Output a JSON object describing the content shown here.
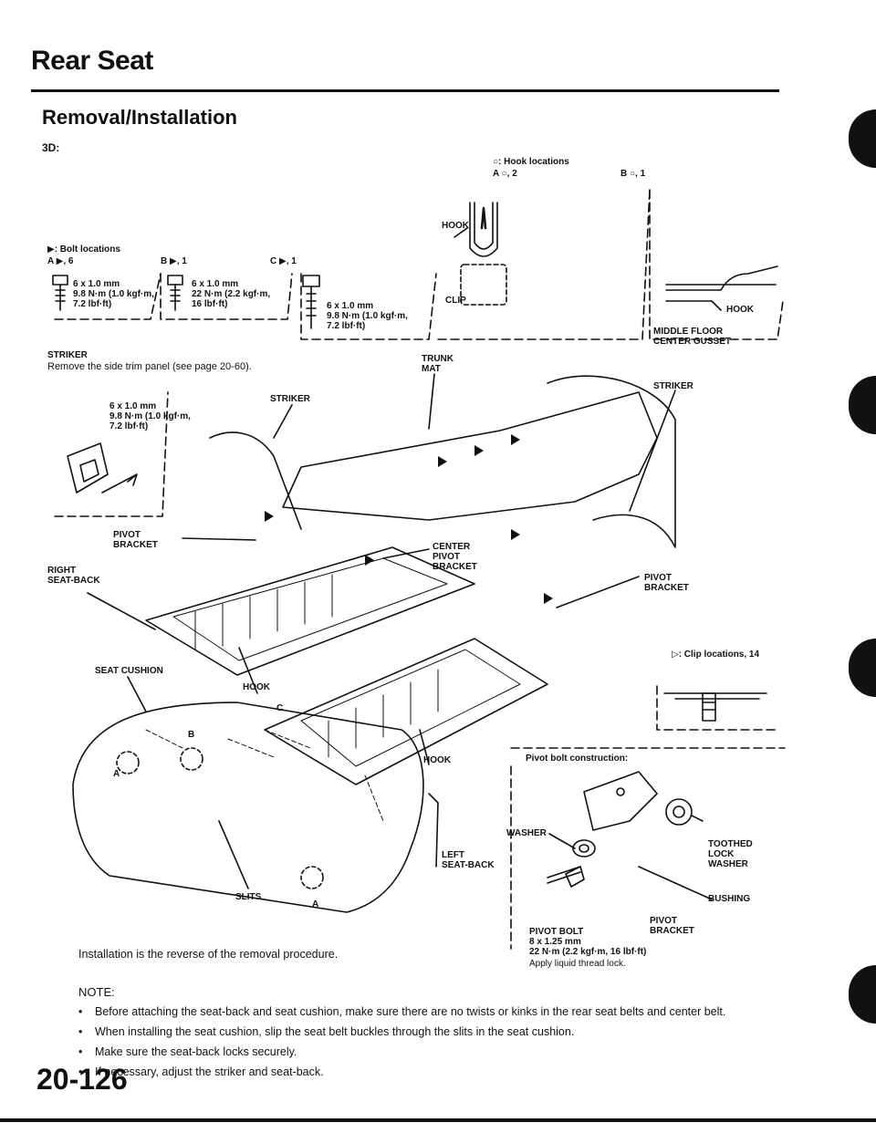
{
  "header": {
    "title": "Rear Seat",
    "section": "Removal/Installation",
    "model": "3D:"
  },
  "bolts": {
    "legend": "▶: Bolt locations",
    "a": "A ▶, 6",
    "b": "B ▶, 1",
    "c": "C ▶, 1",
    "spec_a": "6 x 1.0 mm\n9.8 N·m (1.0 kgf·m,\n7.2 lbf·ft)",
    "spec_b": "6 x 1.0 mm\n22 N·m (2.2 kgf·m,\n16 lbf·ft)",
    "spec_c": "6 x 1.0 mm\n9.8 N·m (1.0 kgf·m,\n7.2 lbf·ft)"
  },
  "hooks": {
    "legend": "○: Hook locations",
    "a": "A ○, 2",
    "b": "B ○, 1",
    "hook": "HOOK",
    "clip": "CLIP",
    "hook2": "HOOK",
    "middle_floor": "MIDDLE FLOOR\nCENTER GUSSET"
  },
  "striker": {
    "title": "STRIKER",
    "note": "Remove the side trim\npanel (see page 20-60).",
    "spec": "6 x 1.0 mm\n9.8 N·m (1.0 kgf·m,\n7.2 lbf·ft)"
  },
  "labels": {
    "trunk_mat": "TRUNK\nMAT",
    "striker_center": "STRIKER",
    "striker_right": "STRIKER",
    "pivot_bracket_left": "PIVOT\nBRACKET",
    "center_pivot": "CENTER\nPIVOT\nBRACKET",
    "pivot_bracket_right": "PIVOT\nBRACKET",
    "right_seatback": "RIGHT\nSEAT-BACK",
    "seat_cushion": "SEAT CUSHION",
    "hook_mid": "HOOK",
    "hook_low": "HOOK",
    "left_seatback": "LEFT\nSEAT-BACK",
    "slits": "SLITS",
    "letter_a": "A",
    "letter_b": "B",
    "letter_c": "C"
  },
  "clips": {
    "legend": "▷: Clip locations, 14"
  },
  "pivot": {
    "title": "Pivot bolt construction:",
    "washer": "WASHER",
    "toothed": "TOOTHED\nLOCK\nWASHER",
    "bushing": "BUSHING",
    "bolt": "PIVOT BOLT\n8 x 1.25 mm\n22 N·m (2.2 kgf·m, 16 lbf·ft)",
    "bolt_note": "Apply liquid thread lock.",
    "bracket": "PIVOT\nBRACKET"
  },
  "install": "Installation is the reverse of the removal procedure.",
  "note_title": "NOTE:",
  "notes": [
    "Before attaching the seat-back and seat cushion, make sure there are no twists or kinks in the rear seat belts and center belt.",
    "When installing the seat cushion, slip the seat belt buckles through the slits in the seat cushion.",
    "Make sure the seat-back locks securely.",
    "If necessary, adjust the striker and seat-back."
  ],
  "page_number": "20-126"
}
